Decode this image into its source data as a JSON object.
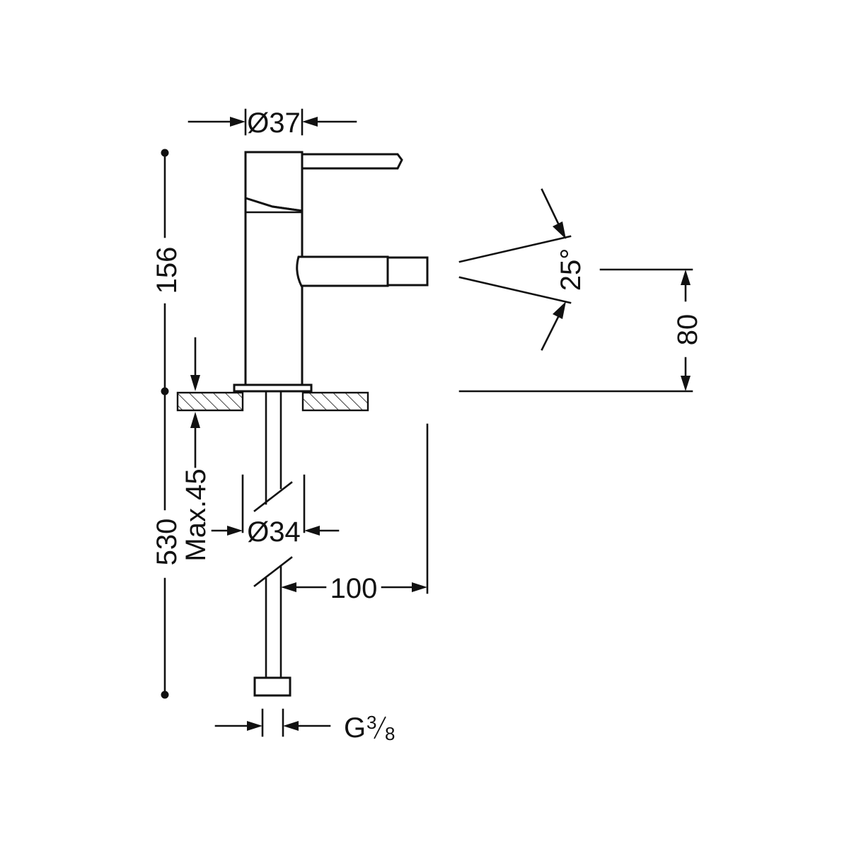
{
  "dimensions": {
    "spout_body_diameter": "Ø37",
    "overall_height": "156",
    "spray_angle": "25°",
    "spout_height": "80",
    "max_deck_thickness": "Max.45",
    "hose_length": "530",
    "hole_diameter": "Ø34",
    "hose_offset": "100",
    "connection_thread_letter": "G",
    "connection_thread_numerator": "3",
    "connection_thread_denominator": "8"
  },
  "colors": {
    "line": "#111111",
    "background": "#ffffff"
  }
}
